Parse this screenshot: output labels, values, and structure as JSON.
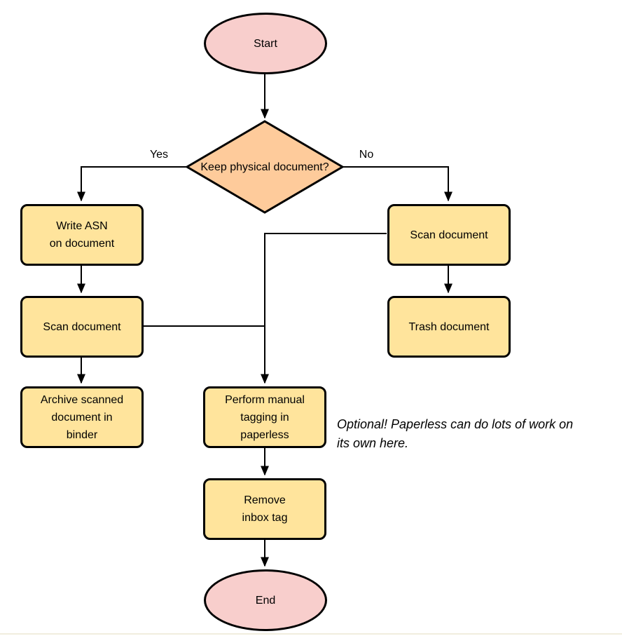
{
  "diagram": {
    "background": "#ffffff",
    "colors": {
      "terminal_fill": "#f8cecc",
      "decision_fill": "#fecb9b",
      "process_fill": "#ffe49c",
      "stroke": "#000000"
    },
    "nodes": {
      "start": {
        "type": "terminal",
        "label": "Start"
      },
      "decision": {
        "type": "decision",
        "label": "Keep physical\ndocument?"
      },
      "write_asn": {
        "type": "process",
        "label": "Write ASN\non document"
      },
      "scan_left": {
        "type": "process",
        "label": "Scan document"
      },
      "archive": {
        "type": "process",
        "label": "Archive scanned\ndocument in\nbinder"
      },
      "scan_right": {
        "type": "process",
        "label": "Scan document"
      },
      "trash": {
        "type": "process",
        "label": "Trash document"
      },
      "tagging": {
        "type": "process",
        "label": "Perform manual\ntagging in\npaperless"
      },
      "remove_inbox": {
        "type": "process",
        "label": "Remove\ninbox tag"
      },
      "end": {
        "type": "terminal",
        "label": "End"
      }
    },
    "edge_labels": {
      "yes": "Yes",
      "no": "No"
    },
    "note": {
      "text": "Optional! Paperless can do lots of work on\nits own here."
    },
    "edges": [
      {
        "from": "start",
        "to": "decision"
      },
      {
        "from": "decision",
        "to": "write_asn",
        "label": "Yes"
      },
      {
        "from": "decision",
        "to": "scan_right",
        "label": "No"
      },
      {
        "from": "write_asn",
        "to": "scan_left"
      },
      {
        "from": "scan_left",
        "to": "archive"
      },
      {
        "from": "scan_left",
        "to": "tagging"
      },
      {
        "from": "scan_right",
        "to": "trash"
      },
      {
        "from": "scan_right",
        "to": "tagging"
      },
      {
        "from": "tagging",
        "to": "remove_inbox"
      },
      {
        "from": "remove_inbox",
        "to": "end"
      }
    ]
  }
}
